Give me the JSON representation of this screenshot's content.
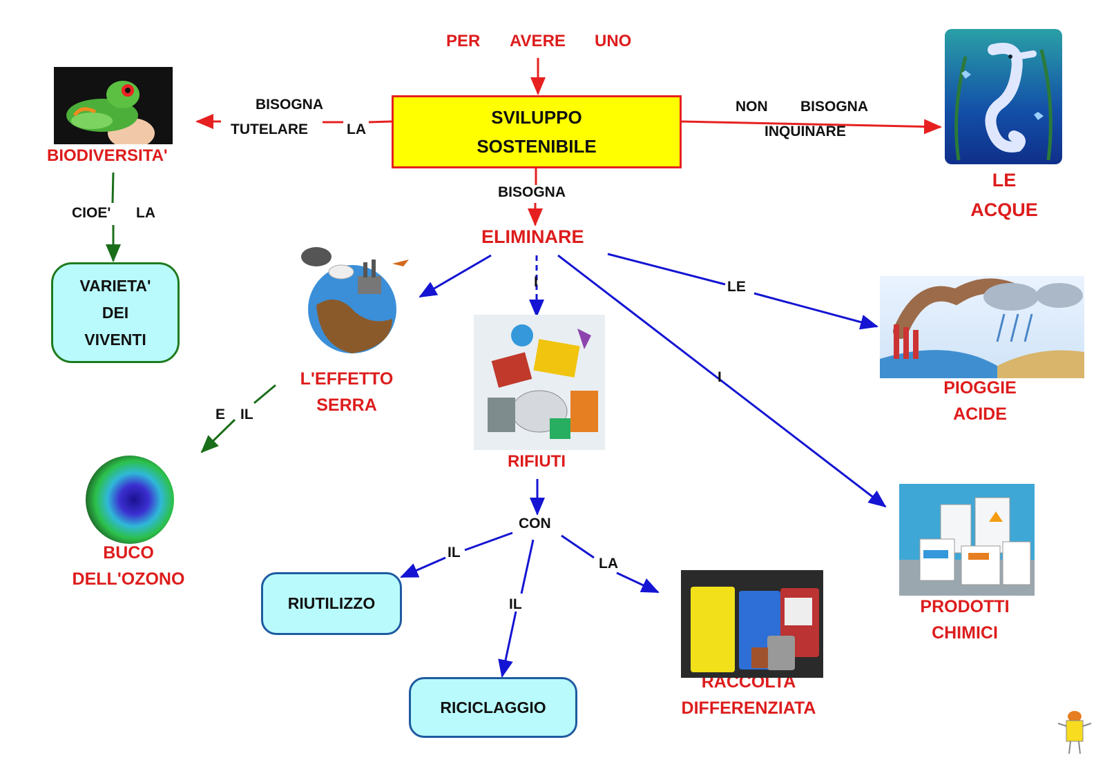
{
  "top_phrase": [
    "PER",
    "AVERE",
    "UNO"
  ],
  "central": {
    "line1": "SVILUPPO",
    "line2": "SOSTENIBILE"
  },
  "links": {
    "bisogna_left": "BISOGNA",
    "tutelare": "TUTELARE",
    "la_left": "LA",
    "non": "NON",
    "bisogna_right": "BISOGNA",
    "inquinare": "INQUINARE",
    "bisogna_down": "BISOGNA",
    "cioe": "CIOE'",
    "la_cioe": "LA",
    "i_mid": "I",
    "le": "LE",
    "i_diag": "I",
    "e": "E",
    "il_serra": "IL",
    "con": "CON",
    "il_riutilizzo": "IL",
    "il_riciclaggio": "IL",
    "la_raccolta": "LA"
  },
  "concepts": {
    "biodiversita": "BIODIVERSITA'",
    "le_acque": [
      "LE",
      "ACQUE"
    ],
    "eliminare": "ELIMINARE",
    "effetto_serra": [
      "L'EFFETTO",
      "SERRA"
    ],
    "rifiuti": "RIFIUTI",
    "piogge_acide": [
      "PIOGGIE",
      "ACIDE"
    ],
    "buco_ozono": [
      "BUCO",
      "DELL'OZONO"
    ],
    "prodotti_chimici": [
      "PRODOTTI",
      "CHIMICI"
    ],
    "raccolta": [
      "RACCOLTA",
      "DIFFERENZIATA"
    ]
  },
  "boxes": {
    "varieta": [
      "VARIETA'",
      "DEI",
      "VIVENTI"
    ],
    "riutilizzo": "RIUTILIZZO",
    "riciclaggio": "RICICLAGGIO"
  },
  "colors": {
    "red_arrow": "#e62020",
    "blue_arrow": "#1414d2",
    "green_arrow": "#1a6e1a",
    "concept_text": "#dd1c1c",
    "central_fill": "#ffff00",
    "box_fill": "#b9fbfc"
  }
}
